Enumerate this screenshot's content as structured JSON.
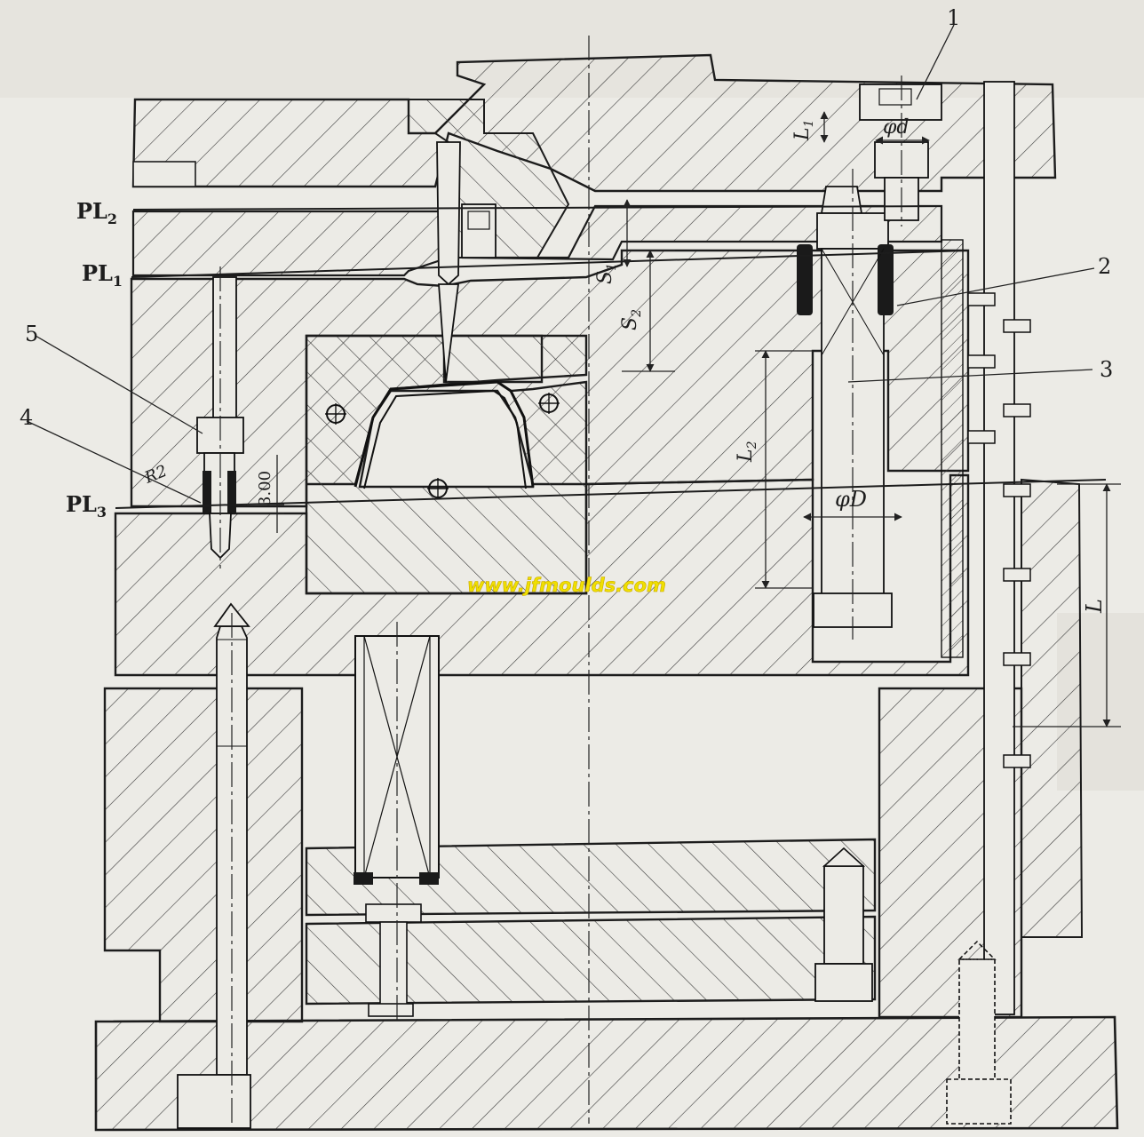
{
  "drawing": {
    "callouts": [
      "1",
      "2",
      "3",
      "4",
      "5"
    ],
    "parting_lines": {
      "pl1": "PL",
      "pl1_sub": "1",
      "pl2": "PL",
      "pl2_sub": "2",
      "pl3": "PL",
      "pl3_sub": "3"
    },
    "dimensions": {
      "l1": "L",
      "l1_sub": "1",
      "phi_d": "φd",
      "s1": "S",
      "s1_sub": "1",
      "s2": "S",
      "s2_sub": "2",
      "l2": "L",
      "l2_sub": "2",
      "phi_D": "φD",
      "l": "L",
      "r2": "R2",
      "gap": "3.00"
    },
    "watermark": "www.jfmoulds.com"
  }
}
